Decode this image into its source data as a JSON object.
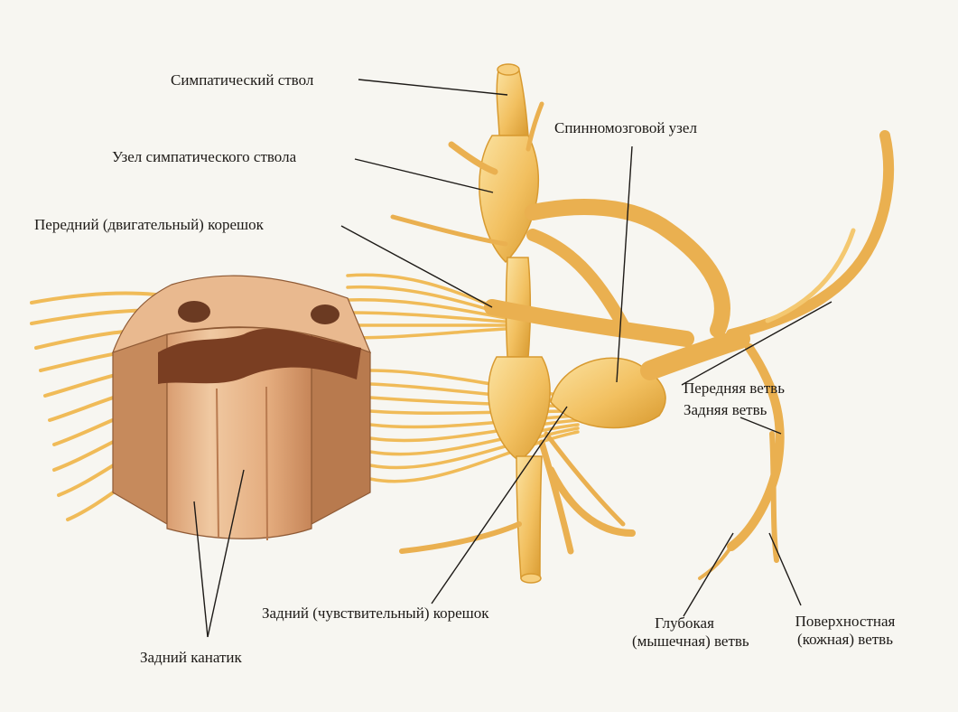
{
  "labels": {
    "sympathetic_trunk": "Симпатический ствол",
    "sympathetic_ganglion": "Узел симпатического ствола",
    "anterior_root": "Передний (двигательный) корешок",
    "spinal_ganglion": "Спинномозговой узел",
    "anterior_branch": "Передняя ветвь",
    "posterior_branch": "Задняя ветвь",
    "posterior_root": "Задний (чувствительный) корешок",
    "deep_branch_line1": "Глубокая",
    "deep_branch_line2": "(мышечная) ветвь",
    "superficial_branch_line1": "Поверхностная",
    "superficial_branch_line2": "(кожная) ветвь",
    "posterior_funiculus": "Задний канатик"
  },
  "colors": {
    "background": "#f7f6f1",
    "nerve": "#f2c060",
    "nerve_dark": "#d89a30",
    "nerve_light": "#fbe2a0",
    "cord_tissue": "#e7b58c",
    "gray_matter": "#7a3e22",
    "leader_line": "#1d1a17"
  }
}
